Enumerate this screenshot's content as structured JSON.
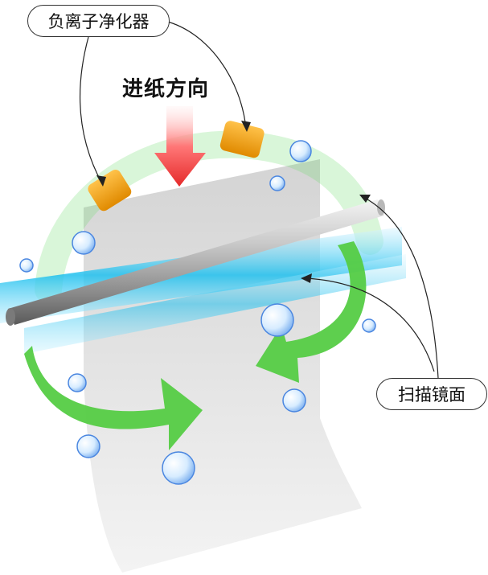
{
  "labels": {
    "ionizer": "负离子净化器",
    "feed_direction": "进纸方向",
    "scan_mirror": "扫描镜面"
  },
  "colors": {
    "arrow_green": "#55cc44",
    "ionizer_orange": "#f3a21c",
    "feed_arrow_red": "#ee4444",
    "scan_blue": "#22c4ee",
    "paper_gray": "#dcdcdc"
  }
}
